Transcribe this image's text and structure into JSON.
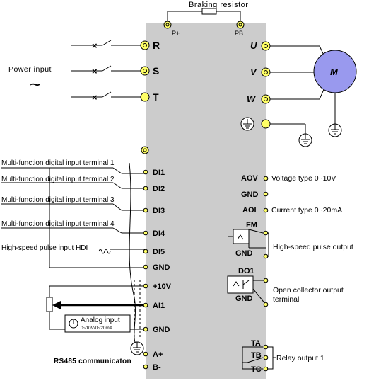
{
  "braking": {
    "label": "Braking resistor",
    "p_plus": "P+",
    "pb": "PB"
  },
  "power": {
    "label": "Power input",
    "symbol": "~"
  },
  "input_terminals": {
    "r": "R",
    "s": "S",
    "t": "T"
  },
  "output_terminals": {
    "u": "U",
    "v": "V",
    "w": "W"
  },
  "motor": {
    "label": "M"
  },
  "digital_inputs": {
    "di1_desc": "Multi-function digital input terminal 1",
    "di1": "DI1",
    "di2_desc": "Multi-function digital input terminal 2",
    "di2": "DI2",
    "di3_desc": "Multi-function digital input terminal 3",
    "di3": "DI3",
    "di4_desc": "Multi-function digital input terminal 4",
    "di4": "DI4",
    "di5_desc": "High-speed pulse input HDI",
    "di5": "DI5",
    "gnd": "GND"
  },
  "analog": {
    "v10": "+10V",
    "ai1": "AI1",
    "gnd": "GND",
    "input_label": "Analog input",
    "input_range": "0~10V/0~20mA"
  },
  "rs485": {
    "label": "RS485  communicaton",
    "a_plus": "A+",
    "b_minus": "B-"
  },
  "right_outputs": {
    "aov": "AOV",
    "aov_desc": "Voltage type 0~10V",
    "gnd": "GND",
    "aoi": "AOI",
    "aoi_desc": "Current type 0~20mA",
    "fm": "FM",
    "fm_gnd": "GND",
    "fm_desc": "High-speed pulse output",
    "do1": "DO1",
    "do1_gnd": "GND",
    "do1_desc_1": "Open collector output",
    "do1_desc_2": "terminal",
    "ta": "TA",
    "tb": "TB",
    "tc": "TC",
    "relay_desc": "Relay output 1"
  }
}
